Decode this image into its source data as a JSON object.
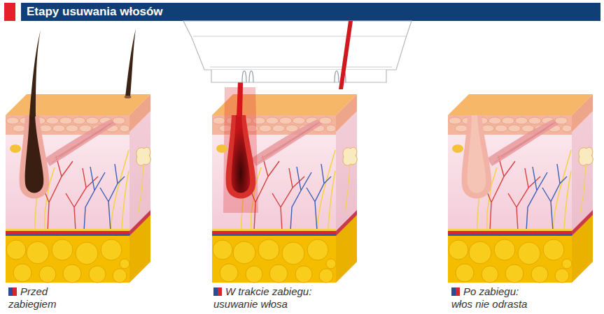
{
  "diagram": {
    "title": "Etapy usuwania włosów",
    "labels": [
      "Przed zabiegiem",
      "W trakcie zabiegu: usuwanie włosa",
      "Po zabiegu: włos nie odrasta"
    ]
  }
}
